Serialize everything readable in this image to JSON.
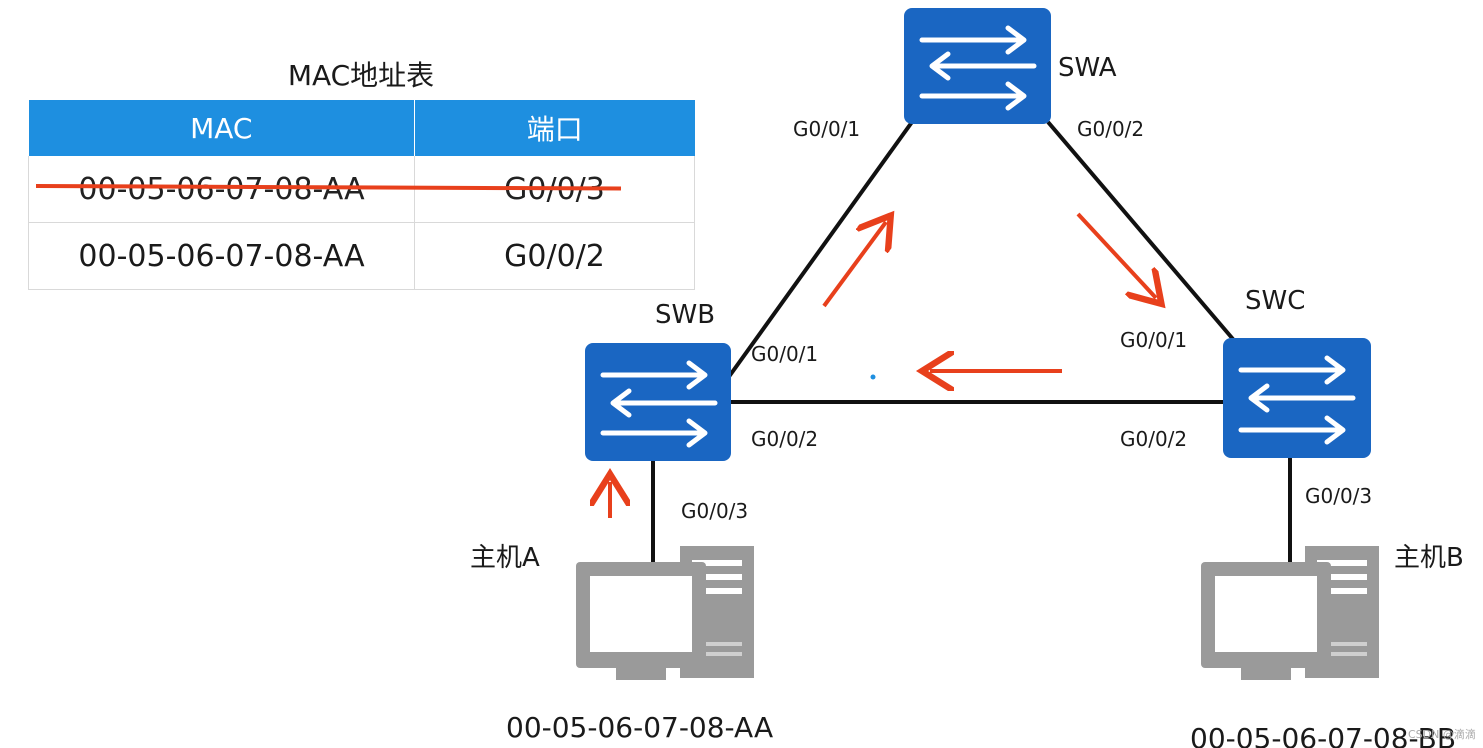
{
  "table": {
    "title": "MAC地址表",
    "headers": [
      "MAC",
      "端口"
    ],
    "rows": [
      {
        "mac": "00-05-06-07-08-AA",
        "port": "G0/0/3",
        "struck": true
      },
      {
        "mac": "00-05-06-07-08-AA",
        "port": "G0/0/2",
        "struck": false
      }
    ]
  },
  "switches": {
    "swa": {
      "name": "SWA",
      "port_left": "G0/0/1",
      "port_right": "G0/0/2"
    },
    "swb": {
      "name": "SWB",
      "port_up": "G0/0/1",
      "port_right": "G0/0/2",
      "port_down": "G0/0/3"
    },
    "swc": {
      "name": "SWC",
      "port_up": "G0/0/1",
      "port_left": "G0/0/2",
      "port_down": "G0/0/3"
    }
  },
  "hosts": {
    "a": {
      "name": "主机A",
      "mac": "00-05-06-07-08-AA"
    },
    "b": {
      "name": "主机B",
      "mac": "00-05-06-07-08-BB"
    }
  },
  "watermark": "CSDN @滴滴",
  "colors": {
    "switch_blue": "#1a66c2",
    "arrow_red": "#e8401c",
    "table_header": "#1e8fe0",
    "link": "#111111",
    "pc_gray": "#9a9a9a"
  }
}
